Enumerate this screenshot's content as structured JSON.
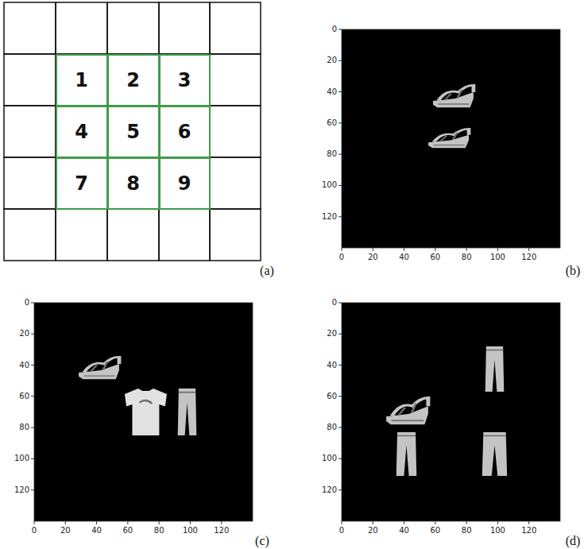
{
  "diagram": {
    "nodes": [
      {
        "text": [
          "1"
        ]
      },
      {
        "text": [
          "2"
        ]
      },
      {
        "text": [
          "3"
        ]
      },
      {
        "text": [
          "4"
        ]
      },
      {
        "text": [
          "5"
        ]
      },
      {
        "text": [
          "6"
        ]
      },
      {
        "text": [
          "7"
        ]
      },
      {
        "text": [
          "8"
        ]
      },
      {
        "text": [
          "9"
        ]
      }
    ],
    "labels": [
      "(a)",
      "0",
      "20",
      "40",
      "60",
      "80",
      "100",
      "120",
      "0",
      "20",
      "40",
      "60",
      "80",
      "100",
      "120",
      "(b)",
      "0",
      "20",
      "40",
      "60",
      "80",
      "100",
      "120",
      "0",
      "20",
      "40",
      "60",
      "80",
      "100",
      "120",
      "(c)",
      "0",
      "20",
      "40",
      "60",
      "80",
      "100",
      "120",
      "0",
      "20",
      "40",
      "60",
      "80",
      "100",
      "120",
      "(d)"
    ]
  }
}
